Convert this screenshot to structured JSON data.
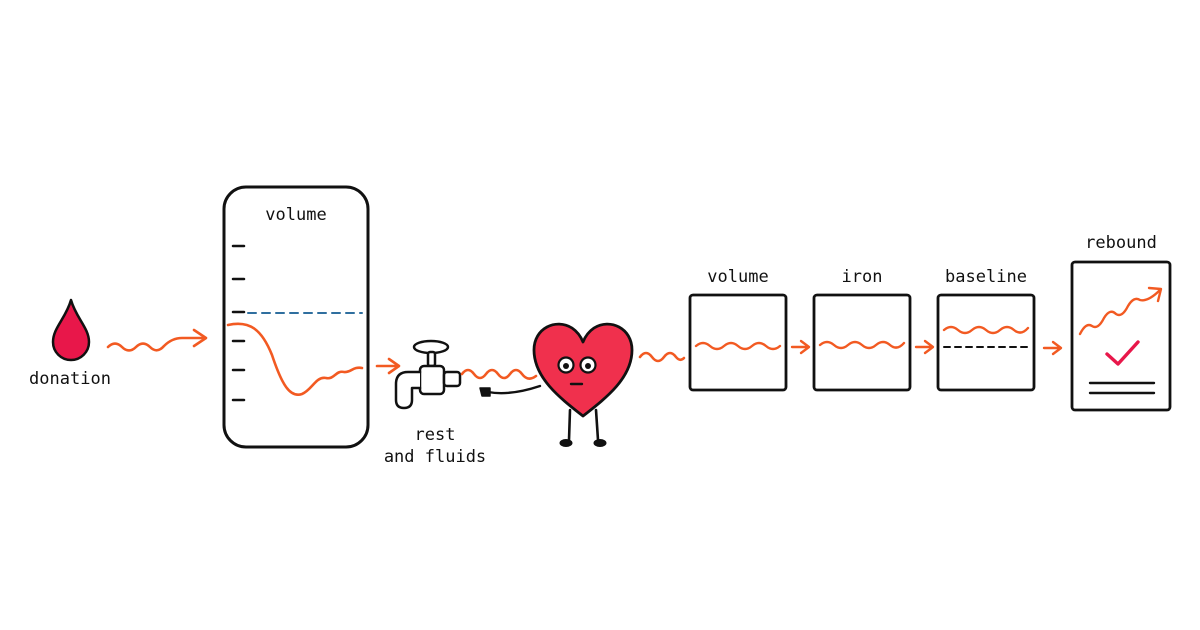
{
  "colors": {
    "accent": "#f25a22",
    "drop": "#e8174a",
    "heart": "#f0304d",
    "check": "#e8174a",
    "dashed_marker": "#2f6f9f",
    "ink": "#111111"
  },
  "steps": {
    "donation": {
      "label": "donation",
      "icon": "blood-drop-icon"
    },
    "volume_tank": {
      "label": "volume",
      "icon": "measuring-cylinder-icon"
    },
    "rest": {
      "label": "rest\nand fluids",
      "icon": "faucet-icon"
    },
    "heart": {
      "icon": "heart-character-icon"
    },
    "panels": [
      {
        "label": "volume"
      },
      {
        "label": "iron"
      },
      {
        "label": "baseline"
      }
    ],
    "rebound": {
      "label": "rebound",
      "icon": "checkmark-icon"
    }
  }
}
